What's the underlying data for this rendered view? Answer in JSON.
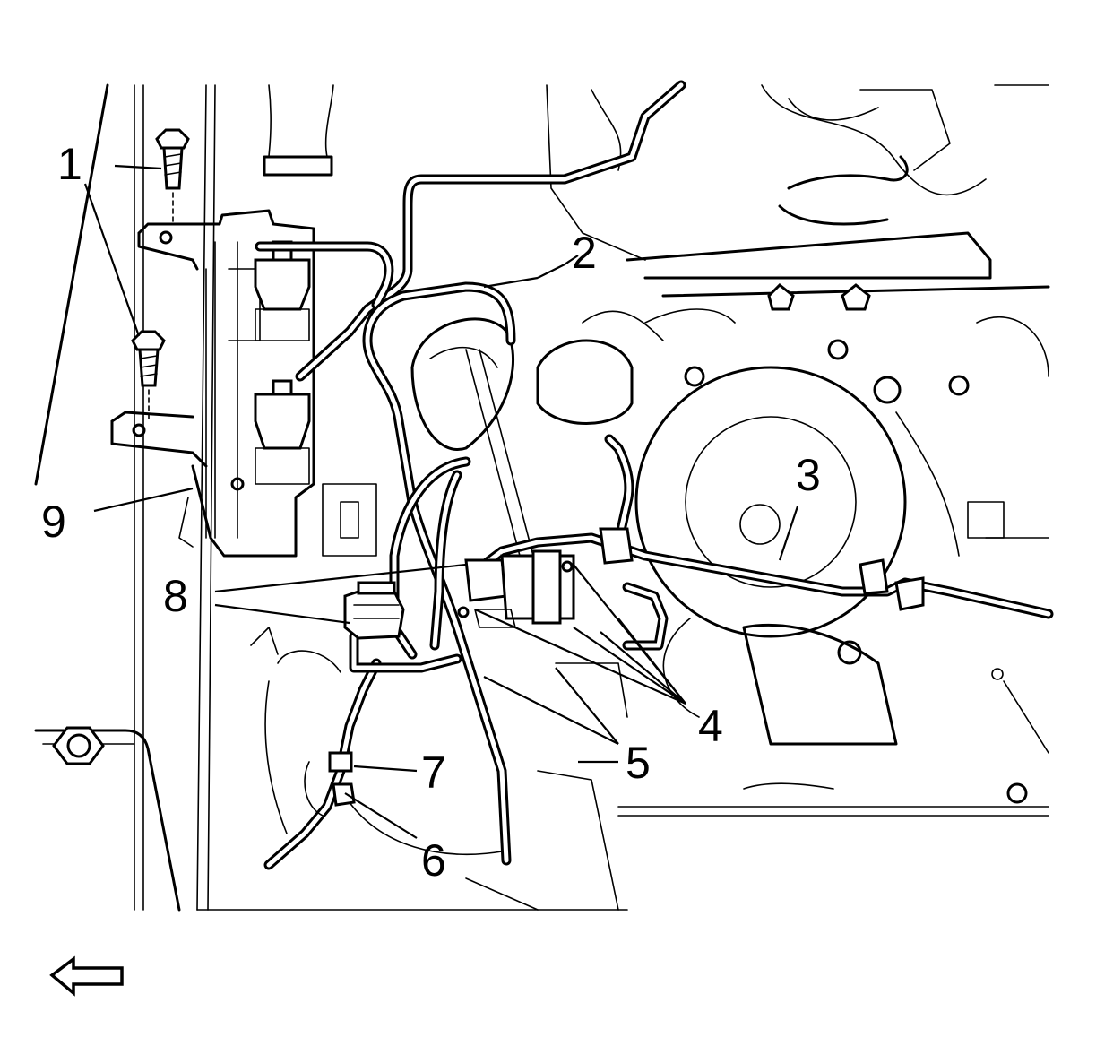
{
  "callouts": {
    "c1": "1",
    "c2": "2",
    "c3": "3",
    "c4": "4",
    "c5": "5",
    "c6": "6",
    "c7": "7",
    "c8": "8",
    "c9": "9"
  },
  "colors": {
    "line": "#000000",
    "background": "#ffffff"
  },
  "icons": {
    "direction": "left-arrow-icon"
  }
}
